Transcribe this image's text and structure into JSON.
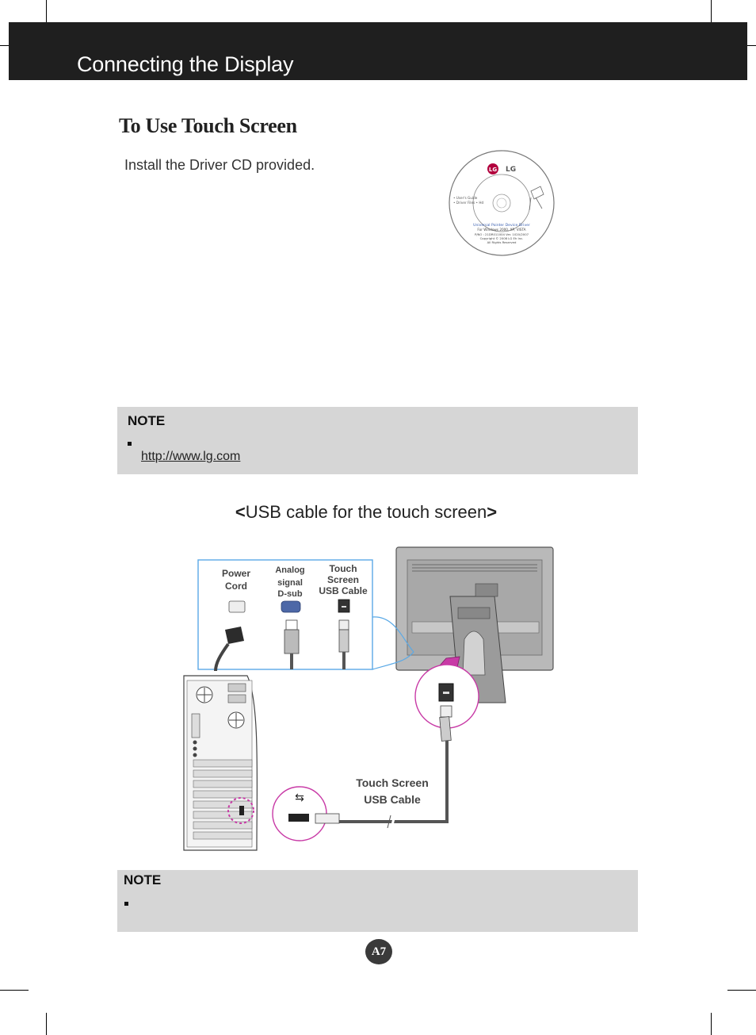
{
  "header": {
    "title": "Connecting the Display"
  },
  "section": {
    "title": "To Use Touch Screen",
    "intro": "Install the Driver CD provided."
  },
  "cd": {
    "brand": "LG",
    "lines": [
      "• User's Guide",
      "• Driver Files • Hd"
    ],
    "label_lines": [
      "Universal Pointer Device Driver",
      "For Windows 2000, XP, VISTA",
      "P/NO : 21DR011004  Ver. 1020/2007",
      "Copyright © 2008 LG Eh Inc.",
      "All Rights Reserved"
    ]
  },
  "note1": {
    "title": "NOTE",
    "link": "http://www.lg.com"
  },
  "caption": {
    "open": "<",
    "text": "USB cable for the touch screen",
    "close": ">"
  },
  "diagram": {
    "port_power": [
      "Power",
      "Cord"
    ],
    "port_analog": [
      "Analog",
      "signal",
      "D-sub"
    ],
    "port_touch": [
      "Touch",
      "Screen",
      "USB Cable"
    ],
    "cable_label": [
      "Touch Screen",
      "USB Cable"
    ],
    "highlight_color": "#c83aa6",
    "inset_border_color": "#5aa9e6"
  },
  "note2": {
    "title": "NOTE"
  },
  "page_number": "A7"
}
